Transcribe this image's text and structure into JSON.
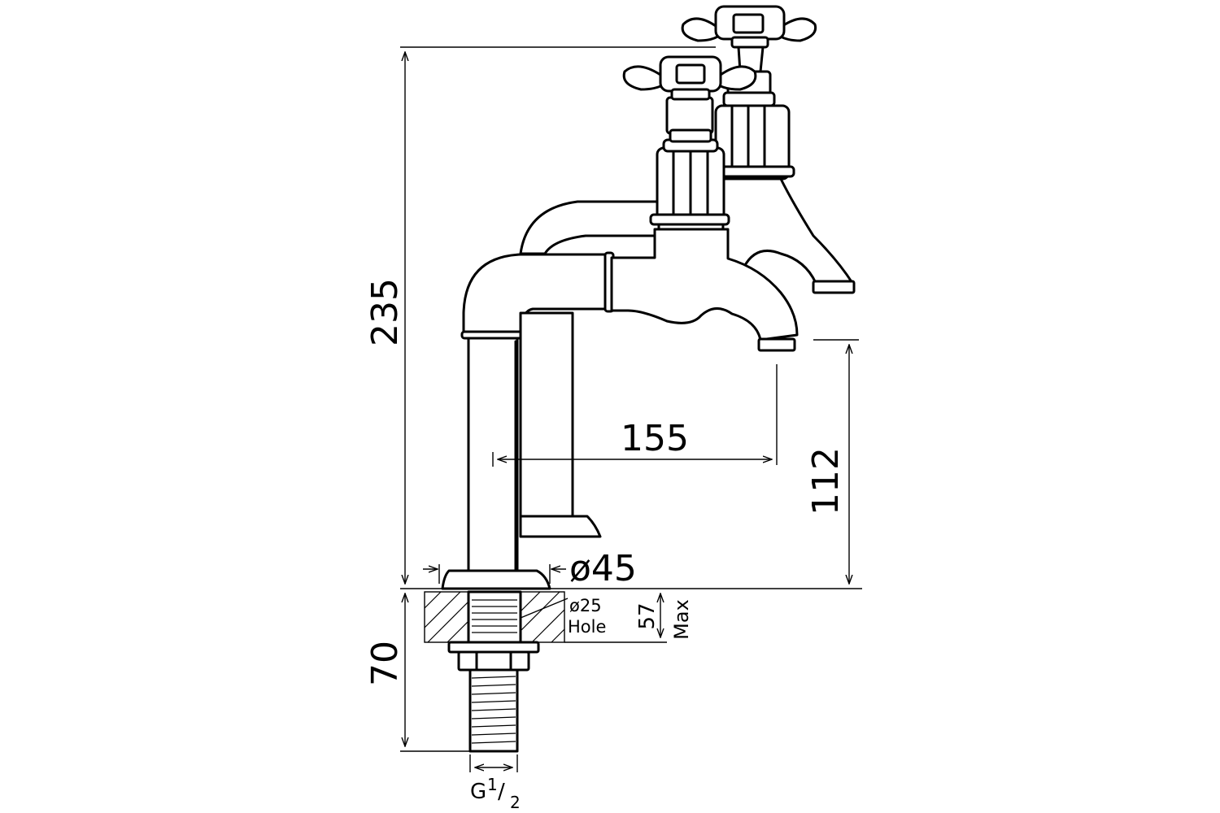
{
  "dimensions": {
    "total_height": "235",
    "spout_reach": "155",
    "spout_height": "112",
    "base_diameter": "ø45",
    "hole_diameter": "ø25",
    "hole_label": "Hole",
    "deck_thickness": "57",
    "deck_thickness_note": "Max",
    "tail_length": "70",
    "thread_g": "G",
    "thread_num": "1",
    "thread_slash": "/",
    "thread_den": "2"
  },
  "colors": {
    "line": "#000000",
    "background": "#ffffff"
  }
}
